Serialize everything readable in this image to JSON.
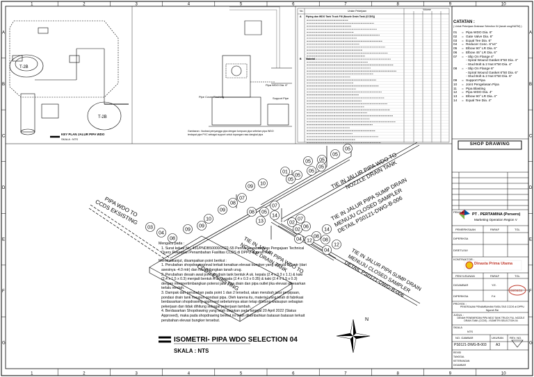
{
  "grid": {
    "columns": [
      "1",
      "2",
      "3",
      "4",
      "5",
      "6",
      "7",
      "8",
      "9",
      "10"
    ],
    "rows": [
      "A",
      "B",
      "C",
      "D",
      "E",
      "F",
      "G"
    ]
  },
  "top_views": {
    "key_plan_label": "KEY PLAN JALUR PIPA WDO",
    "key_plan_scale": "SKALA : NTS",
    "tank_1": "T-2B",
    "tank_2": "T-2B",
    "detail_labels": [
      "PIPE SUPPORT",
      "Pipe Cover Flashing",
      "Pipa WDO Dia. 6\"",
      "Support Pipe"
    ],
    "detail_caption_1": "Gambaran : Ilustrasi penyangga pipa dengan tumpuan pipa sebelum pipa WDO",
    "detail_caption_2": "terdapat pipe PVC sebagai support untuk topangan rasa dangkal pipa"
  },
  "bom": {
    "header_no": "No.",
    "header_desc": "Uraian Pekerjaan",
    "header_vol": "Volume",
    "section_a": "A",
    "section_a_title": "Piping dan WDO Tank Truck Fill (Nozzle Drain Tank (CCDS))",
    "section_b": "B",
    "section_b_title": "Material"
  },
  "diagram": {
    "title": "ISOMETRI- PIPA WDO SELECTION 04",
    "scale": "SKALA : NTS",
    "north": "N",
    "label_tie_in_nozzle": "TIE IN JALUR PIPA WDO TO NOZZLE DRAIN TANK",
    "label_tie_in_sump_1": "TIE IN JALUR PIPA SUMP DRAIN MENUJU CLOSED SAMPLER DETAIL PS0121-DWG-B-006",
    "label_pipa_wdo": "PIPA WDO TO CCDS EKSISTING",
    "label_tie_in_nozzle_2": "TIE IN JALUR PIPA WDO TO NOZZLE DRAIN TANK",
    "label_tie_in_sump_2": "TIE IN JALUR PIPA SUMP DRAIN MENUJU CLOSED SAMPLER DETAIL PS0121-DWG-B-006",
    "label_ccds": "CCDS EKSISTING",
    "callouts_upper": [
      "05",
      "05",
      "05",
      "05",
      "05",
      "05",
      "05",
      "05"
    ],
    "callouts_mid": [
      "01",
      "10",
      "09",
      "07",
      "08",
      "09",
      "10",
      "09",
      "07",
      "08",
      "13",
      "14",
      "05"
    ],
    "callouts_lower": [
      "02",
      "06",
      "08",
      "04",
      "12",
      "14",
      "08",
      "07",
      "02",
      "12",
      "04"
    ],
    "callouts_left": [
      "03",
      "04",
      "08",
      "09"
    ]
  },
  "notes": {
    "heading_1": "Mengacu pada :",
    "item_1": "1.   Surat keluar No. 431/PNDB50000/2022-S5 Perihal Jawaban Atas Pengajuan Technical Query Pekerjaan Penambahan Fasilitas CCDS di DPPU Ngurah Rai",
    "heading_2": "Memdatikanjut, disampaikan point berikut :",
    "item_2": "1.   Perubahan shopdrawing/eval terkait kenaikan elevasi bungker yang semula 3,0 mtr (dari asesinya -4.0 mtr) dan menghilangkan tanah urug.",
    "item_3": "2.   Perubahan desain awal pondasi drain tank bentuk A uk. kepala (2.4 x 0.3 x 1.1) & kaki (2.4 x 1.5 x 0.3) menjadi bentuk A uk. kepala (2.4 x 0.3 x 0.35) & kaki (2.4 x 1.5 x 0.3) dengan mempertimbangkan potensi jalur pipa drain dan pipa outlet jika elevasi dibesarkan terlalu rendah.",
    "item_4": "3.   Dampak dari perubahan pada point 1 dan 2 tersebut, akan merubah jalur perpipaan, pondasi drain tank maupun pondasi pipa. Oleh karena itu, material yang telah di fabrikasi berdasarkan shopdrawing approved sebelumnya akan tetap dihitung walaupun sebagian pekerjaan dan tidak dihitung sebagai pekerjaan tambah.",
    "item_5": "4.   Berdasarkan Shopdrawing yang telah diajukan pada tanggal 20 April 2022 (Status Approved), maka pada shopdrawing berikut ini telah ditambahkan batasan batasan terkait perubahan elevasi bungker tersebut."
  },
  "legend": {
    "heading": "CATATAN :",
    "subheading": "( Untuk Pekerjaan Drainase Selection 04 (tanah urug/NATM) )",
    "items": [
      {
        "no": "01",
        "eq": "=",
        "text": "Pipa WDO Dia. 6\""
      },
      {
        "no": "02",
        "eq": "=",
        "text": "Gate Valve Dia. 6\""
      },
      {
        "no": "03",
        "eq": "=",
        "text": "Equal Tee Dia. 6\""
      },
      {
        "no": "04",
        "eq": "=",
        "text": "Reducer Conc. 6\"x4\""
      },
      {
        "no": "05",
        "eq": "=",
        "text": "Elbow 90° LR Dia. 6\""
      },
      {
        "no": "06",
        "eq": "=",
        "text": "Elbow 45° LR Dia. 6\""
      },
      {
        "no": "07",
        "eq": "=",
        "text": "- Slip On Flange 4\""
      },
      {
        "no": "",
        "eq": "",
        "text": "- Spiral Wound Gasket 8\"50 Dia. 4\""
      },
      {
        "no": "",
        "eq": "",
        "text": "- Stud Bolt & 2 Nut 8\"50 Dia. 4\""
      },
      {
        "no": "08",
        "eq": "=",
        "text": "- Slip On Flange 6\""
      },
      {
        "no": "",
        "eq": "",
        "text": "- Spiral Wound Gasket 6\"50 Dia. 6\""
      },
      {
        "no": "",
        "eq": "",
        "text": "- Stud Bolt & 2 Nut 8\"50 Dia. 6\""
      },
      {
        "no": "09",
        "eq": "=",
        "text": "Support Pipa"
      },
      {
        "no": "10",
        "eq": "=",
        "text": "Joint Pengelasan Pipa"
      },
      {
        "no": "11",
        "eq": "=",
        "text": "Pipa Blasting"
      },
      {
        "no": "12",
        "eq": "=",
        "text": "Pipa WDO Dia. 4\""
      },
      {
        "no": "13",
        "eq": "=",
        "text": "Elbow 90° LR Dia. 4\""
      },
      {
        "no": "14",
        "eq": "=",
        "text": "Equal Tee Dia. 4\""
      }
    ]
  },
  "title_block": {
    "shop_drawing": "SHOP DRAWING",
    "owner_label": "PEMILIK :",
    "owner_name": "PT . PERTAMINA (Persero)",
    "owner_unit": "Marketing Operation Region V",
    "col_pemeriksa": "PEMERIKSAAN",
    "col_paraf": "PARAF",
    "col_tgl": "TGL",
    "row_diperiksa": "DIPERIKSA",
    "row_disetujui": "DISETUJUI",
    "contractor_label": "KONTRAKTOR :",
    "contractor_name": "Dinasta Prima Utama",
    "col_penyusunan": "PENYUSUNAN",
    "col_paraf2": "PARAF",
    "col_tgl2": "TGL",
    "row_digambar": "DIGAMBAR",
    "row_digambar_val": "Y.E.",
    "row_date_val": "06/06/22",
    "row_diperiksa2": "DIPERIKSA",
    "row_diperiksa2_val": "F.#",
    "proyek_label": "PROYEK :",
    "proyek_name": "PEKERJAAN PENAMBAHAN FASILITAS CCDS di DPPU Ngurah Rai",
    "judul_label": "JUDUL :",
    "judul_name": "DENAH PENEMPATAN PIPA WDO TANK TRUCK FILL NOZZLE DRAIN TANK (CCDS) - ISOMETRI SELECTION 04",
    "skala_label": "SKALA",
    "skala_val": "NTS",
    "no_gambar_label": "NO. GAMBAR",
    "no_gambar_val": "PS0121-DWG-B-003",
    "ukuran_label": "UKURAN",
    "ukuran_val": "A3",
    "rev_label": "REV. NO.",
    "revision_col1": "REVISI",
    "rev_rows": [
      "TANGGAL",
      "KETERANGAN",
      "DIGAMBAR"
    ]
  }
}
